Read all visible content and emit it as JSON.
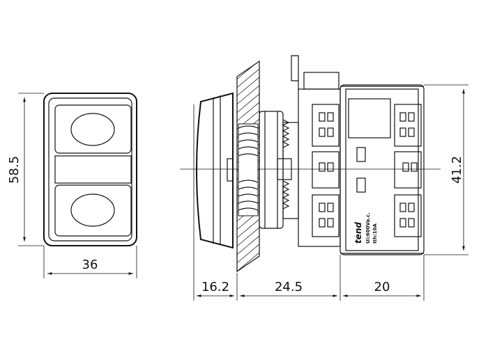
{
  "dimensions": {
    "front_height": "58.5",
    "front_width": "36",
    "depth_a": "16.2",
    "depth_b": "24.5",
    "depth_c": "20",
    "side_height": "41.2"
  },
  "label": {
    "brand": "tend",
    "voltage": "Ui:600Va.c.",
    "current": "Ith:10A"
  }
}
